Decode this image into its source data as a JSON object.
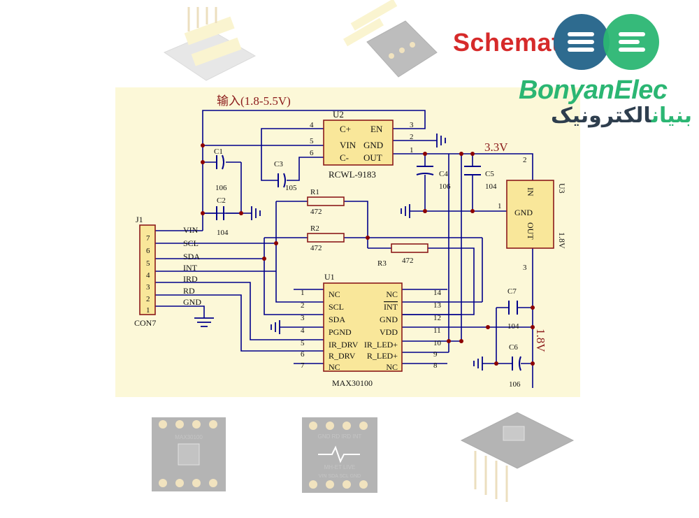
{
  "branding": {
    "title": "Schematic",
    "brand_en_part1": "Bonyan",
    "brand_en_part2": "Elec",
    "brand_ar_part1": "بنیان",
    "brand_ar_part2": "الکترونیک",
    "colors": {
      "title_red": "#d62a2a",
      "brand_green": "#2bb673",
      "brand_blue": "#2e6b8f",
      "panel_bg": "#fcf8d8",
      "wire": "#00008b",
      "label_red": "#8b1a1a"
    }
  },
  "schematic": {
    "input_label": "输入(1.8-5.5V)",
    "v33_label": "3.3V",
    "v18_label": "1.8V",
    "u3_side_label": "1.8V",
    "connector": {
      "ref": "J1",
      "name": "CON7",
      "pins": [
        {
          "num": "7",
          "signal": "VIN"
        },
        {
          "num": "6",
          "signal": "SCL"
        },
        {
          "num": "5",
          "signal": "SDA"
        },
        {
          "num": "4",
          "signal": "INT"
        },
        {
          "num": "3",
          "signal": "IRD"
        },
        {
          "num": "2",
          "signal": "RD"
        },
        {
          "num": "1",
          "signal": "GND"
        }
      ]
    },
    "u2": {
      "ref": "U2",
      "name": "RCWL-9183",
      "left_pins": [
        {
          "num": "4",
          "name": "C+"
        },
        {
          "num": "5",
          "name": "VIN"
        },
        {
          "num": "6",
          "name": "C-"
        }
      ],
      "right_pins": [
        {
          "num": "3",
          "name": "EN"
        },
        {
          "num": "2",
          "name": "GND"
        },
        {
          "num": "1",
          "name": "OUT"
        }
      ]
    },
    "u3": {
      "ref": "U3",
      "in_label": "IN",
      "gnd_label": "GND",
      "out_label": "OUT",
      "pin1": "1",
      "pin2": "2",
      "pin3": "3"
    },
    "u1": {
      "ref": "U1",
      "name": "MAX30100",
      "left_pins": [
        {
          "num": "1",
          "name": "NC"
        },
        {
          "num": "2",
          "name": "SCL"
        },
        {
          "num": "3",
          "name": "SDA"
        },
        {
          "num": "4",
          "name": "PGND"
        },
        {
          "num": "5",
          "name": "IR_DRV"
        },
        {
          "num": "6",
          "name": "R_DRV"
        },
        {
          "num": "7",
          "name": "NC"
        }
      ],
      "right_pins": [
        {
          "num": "14",
          "name": "NC"
        },
        {
          "num": "13",
          "name": "INT"
        },
        {
          "num": "12",
          "name": "GND"
        },
        {
          "num": "11",
          "name": "VDD"
        },
        {
          "num": "10",
          "name": "IR_LED+"
        },
        {
          "num": "9",
          "name": "R_LED+"
        },
        {
          "num": "8",
          "name": "NC"
        }
      ]
    },
    "capacitors": [
      {
        "ref": "C1",
        "value": "106"
      },
      {
        "ref": "C2",
        "value": "104"
      },
      {
        "ref": "C3",
        "value": "105"
      },
      {
        "ref": "C4",
        "value": "106"
      },
      {
        "ref": "C5",
        "value": "104"
      },
      {
        "ref": "C6",
        "value": "106"
      },
      {
        "ref": "C7",
        "value": "104"
      }
    ],
    "resistors": [
      {
        "ref": "R1",
        "value": "472"
      },
      {
        "ref": "R2",
        "value": "472"
      },
      {
        "ref": "R3",
        "value": "472"
      }
    ]
  },
  "board_photos": {
    "bottom_middle": {
      "top_labels": "GND RD IRD INT",
      "brand": "MH-ET LIVE",
      "bottom_labels": "VIN SDA SCL GND"
    },
    "bottom_left": {
      "chip_label": "MAX30100"
    }
  }
}
